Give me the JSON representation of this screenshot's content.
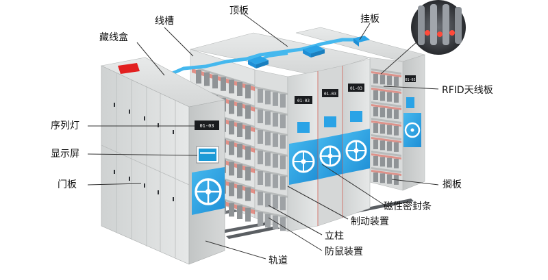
{
  "labels": {
    "wire_trough": "线槽",
    "top_plate": "顶板",
    "hanging_plate": "挂板",
    "wire_box": "藏线盒",
    "rfid_antenna": "RFID天线板",
    "sequence_light": "序列灯",
    "display_screen": "显示屏",
    "door_panel": "门板",
    "shelf_board": "搁板",
    "magnetic_seal": "磁性密封条",
    "brake_device": "制动装置",
    "column": "立柱",
    "rat_guard": "防鼠装置",
    "rail": "轨道"
  },
  "screens": {
    "left_cabinet_code": "01-03",
    "middle_a_code": "01-03",
    "middle_b_code": "01-03",
    "middle_c_code": "01-03",
    "right_code": "01-03"
  },
  "colors": {
    "cabinet_body": "#d9dbdb",
    "cabinet_shadow": "#b9bcbc",
    "accent_blue": "#2aa3e6",
    "wire_blue": "#45b8ee",
    "seal_red": "#e24a3a",
    "brand_red": "#e22020"
  }
}
